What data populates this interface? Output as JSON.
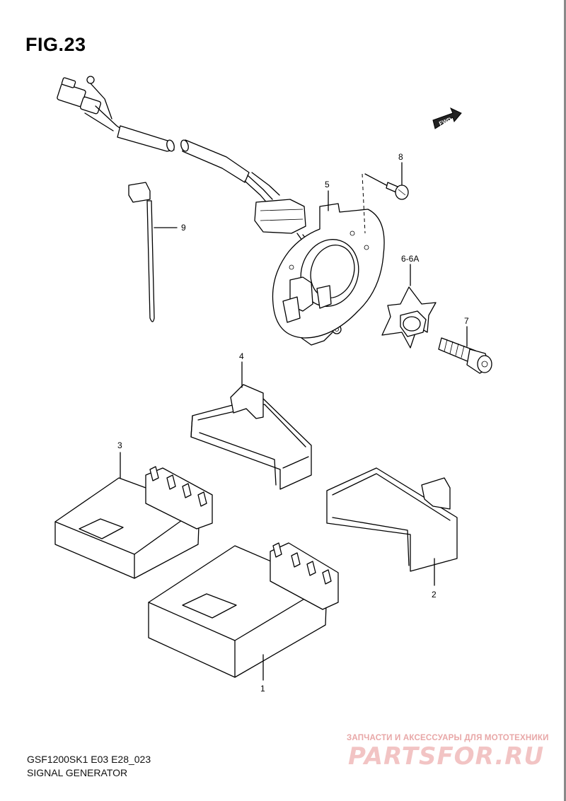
{
  "figure": {
    "title": "FIG.23",
    "code": "GSF1200SK1 E03 E28_023",
    "name": "SIGNAL GENERATOR"
  },
  "forward_badge": "FWD",
  "callouts": [
    {
      "id": "part-1",
      "text": "1"
    },
    {
      "id": "part-2",
      "text": "2"
    },
    {
      "id": "part-3",
      "text": "3"
    },
    {
      "id": "part-4",
      "text": "4"
    },
    {
      "id": "part-5",
      "text": "5"
    },
    {
      "id": "part-6",
      "text": "6-6A"
    },
    {
      "id": "part-7",
      "text": "7"
    },
    {
      "id": "part-8",
      "text": "8"
    },
    {
      "id": "part-9",
      "text": "9"
    }
  ],
  "watermark": {
    "tagline": "ЗАПЧАСТИ И АКСЕССУАРЫ ДЛЯ МОТОТЕХНИКИ",
    "logo": "PARTSFOR.RU",
    "color": "#f2c4c4"
  }
}
